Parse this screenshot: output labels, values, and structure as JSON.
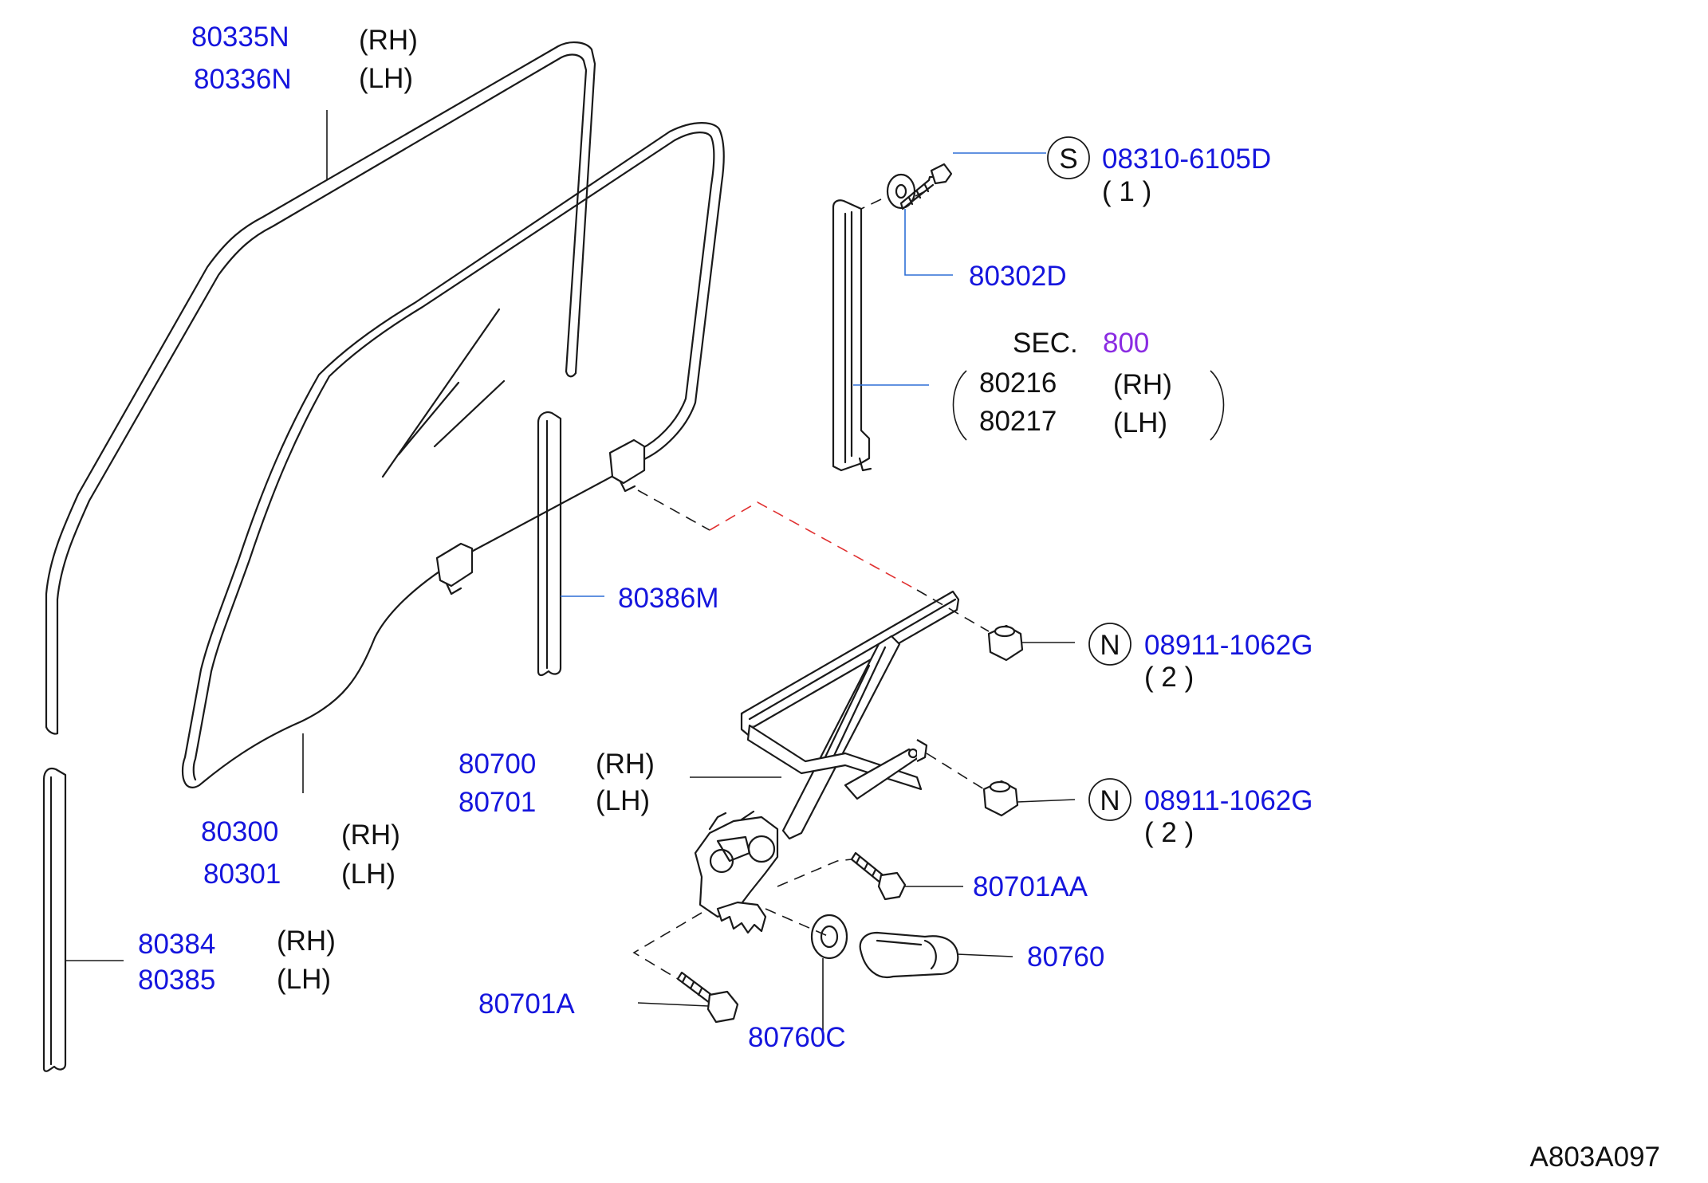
{
  "diagram_code": "A803A097",
  "parts": {
    "outer_weatherstrip": {
      "rh": "80335N",
      "lh": "80336N",
      "rh_tag": "(RH)",
      "lh_tag": "(LH)"
    },
    "glass": {
      "rh": "80300",
      "lh": "80301",
      "rh_tag": "(RH)",
      "lh_tag": "(LH)"
    },
    "rear_sash_seal": {
      "rh": "80384",
      "lh": "80385",
      "rh_tag": "(RH)",
      "lh_tag": "(LH)"
    },
    "glass_run_strip": {
      "pn": "80386M"
    },
    "screw": {
      "marker": "S",
      "pn": "08310-6105D",
      "qty": "(  1  )"
    },
    "washer": {
      "pn": "80302D"
    },
    "guide_channel": {
      "sec_prefix": "SEC.",
      "sec_no": "800",
      "rh": "80216",
      "lh": "80217",
      "rh_tag": "(RH)",
      "lh_tag": "(LH)"
    },
    "nut_upper": {
      "marker": "N",
      "pn": "08911-1062G",
      "qty": "(  2  )"
    },
    "nut_lower": {
      "marker": "N",
      "pn": "08911-1062G",
      "qty": "(  2  )"
    },
    "regulator": {
      "rh": "80700",
      "lh": "80701",
      "rh_tag": "(RH)",
      "lh_tag": "(LH)"
    },
    "bolt_aa": {
      "pn": "80701AA"
    },
    "handle": {
      "pn": "80760"
    },
    "bolt_a": {
      "pn": "80701A"
    },
    "handle_washer": {
      "pn": "80760C"
    }
  }
}
